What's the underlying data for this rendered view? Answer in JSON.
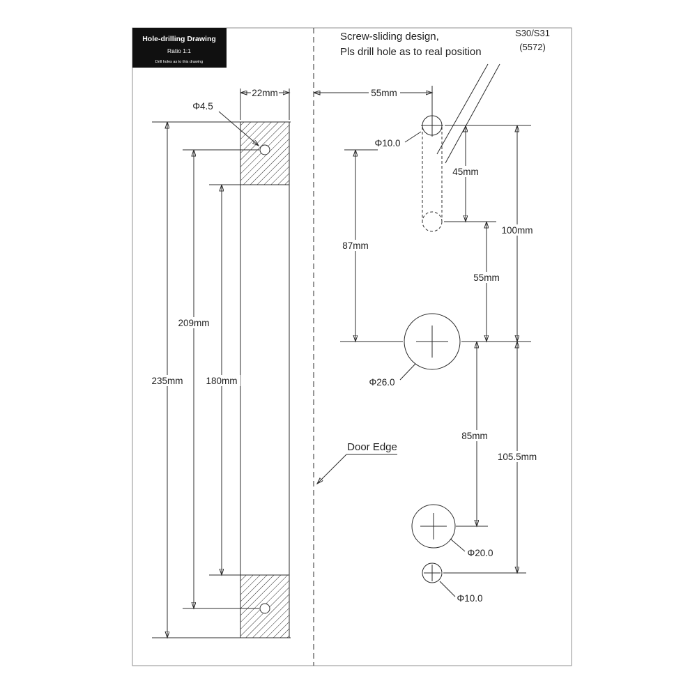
{
  "title_block": {
    "title": "Hole-drilling Drawing",
    "ratio": "Ratio 1:1",
    "note": "Drill holes as to this drawing"
  },
  "header": {
    "instruction_line1": "Screw-sliding design,",
    "instruction_line2": "Pls drill hole as to real position",
    "model": "S30/S31",
    "code": "(5572)"
  },
  "left_view": {
    "dim_width": "22mm",
    "hole_dia": "Φ4.5",
    "dim_overall": "235mm",
    "dim_hole_centers": "209mm",
    "dim_between_hatch": "180mm"
  },
  "door_edge": {
    "label": "Door Edge"
  },
  "right_view": {
    "dim_edge_to_slot": "55mm",
    "slot_hole_dia": "Φ10.0",
    "dim_slot_length": "45mm",
    "dim_slot_top_to_center": "100mm",
    "dim_hole_to_center": "87mm",
    "dim_slot_bottom_to_center": "55mm",
    "center_hole_dia": "Φ26.0",
    "dim_center_to_lower": "85mm",
    "dim_center_to_bottom": "105.5mm",
    "lower_hole_dia": "Φ20.0",
    "bottom_hole_dia": "Φ10.0"
  }
}
